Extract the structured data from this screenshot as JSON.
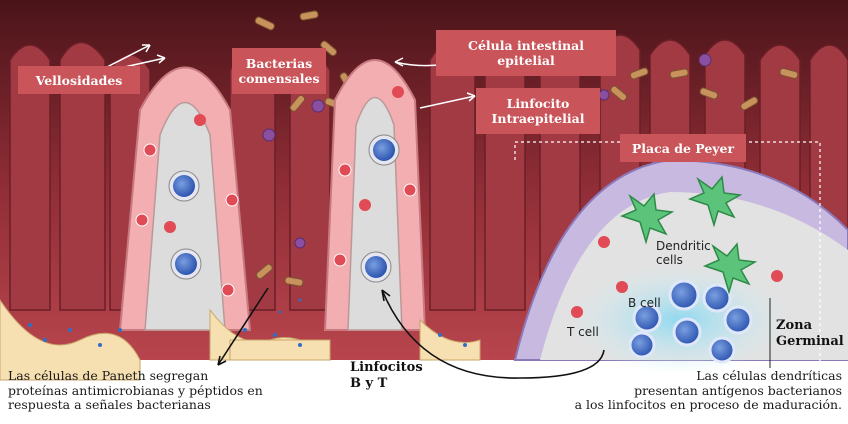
{
  "labels": {
    "vellosidades": "Vellosidades",
    "bacterias": "Bacterias\ncomensales",
    "celula_intestinal": "Célula intestinal\nepitelial",
    "linfocito_intraepitelial": "Linfocito\nIntraepitelial",
    "placa_peyer": "Placa de Peyer",
    "dendritic_cells": "Dendritic\ncells",
    "b_cell": "B cell",
    "t_cell": "T cell",
    "zona_germinal": "Zona\nGerminal",
    "linfocitos_bt": "Linfocitos\nB y T"
  },
  "captions": {
    "paneth": "Las células de Paneth segregan\nproteínas antimicrobianas y péptidos en\nrespuesta a señales bacterianas",
    "dendritic": "Las células dendríticas\npresentan antígenos bacterianos\na los linfocitos en proceso de maduración."
  },
  "colors": {
    "label_bg": "#c9545a",
    "tissue_dark": "#8a2a32",
    "epithelium": "#f2aeb0",
    "lamina": "#dcdcdc",
    "peyer_dome": "#c7b9e0",
    "dendritic": "#5cc47a"
  }
}
